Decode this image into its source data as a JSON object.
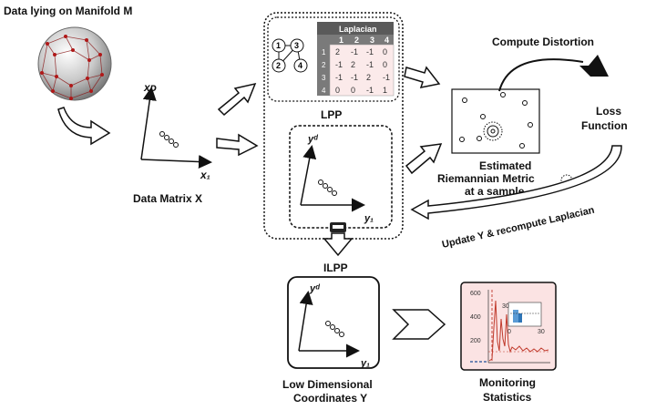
{
  "sphere_title": "Data lying on Manifold M",
  "data_matrix": {
    "label": "Data Matrix X",
    "x_axis": "x₁",
    "y_axis": "xᴅ"
  },
  "laplacian": {
    "title": "Laplacian",
    "col_headers": [
      "1",
      "2",
      "3",
      "4"
    ],
    "row_headers": [
      "1",
      "2",
      "3",
      "4"
    ],
    "rows": [
      [
        "2",
        "-1",
        "-1",
        "0"
      ],
      [
        "-1",
        "2",
        "-1",
        "0"
      ],
      [
        "-1",
        "-1",
        "2",
        "-1"
      ],
      [
        "0",
        "0",
        "-1",
        "1"
      ]
    ],
    "graph_nodes": [
      "1",
      "2",
      "3",
      "4"
    ]
  },
  "lpp": {
    "label": "LPP",
    "x_axis": "y₁",
    "y_axis": "yᵈ"
  },
  "ilpp": {
    "label": "ILPP",
    "x_axis": "y₁",
    "y_axis": "yᵈ"
  },
  "metric_box": {
    "caption_lines": [
      "Estimated",
      "Riemannian Metric",
      "at a sample"
    ]
  },
  "compute_distortion": "Compute Distortion",
  "loss_function_lines": [
    "Loss",
    "Function"
  ],
  "update_label": "Update Y & recompute Laplacian",
  "low_dim_lines": [
    "Low Dimensional",
    "Coordinates Y"
  ],
  "monitoring": {
    "caption_lines": [
      "Monitoring",
      "Statistics"
    ],
    "y_ticks": [
      "600",
      "400",
      "200"
    ],
    "inset_ticks": [
      "30",
      "0",
      "30"
    ],
    "accent_color": "#c0392b"
  }
}
